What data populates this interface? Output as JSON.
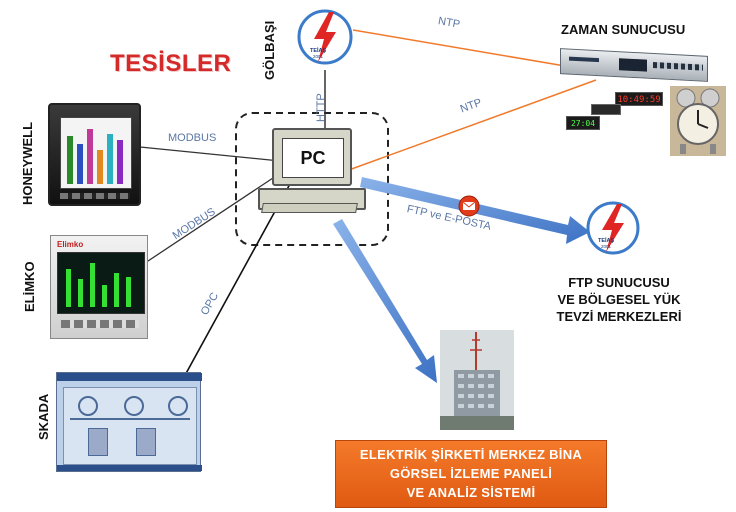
{
  "title": "TESİSLER",
  "sources": {
    "golbasi": "GÖLBAŞI",
    "honeywell": "HONEYWELL",
    "elimko": "ELİMKO",
    "skada": "SKADA"
  },
  "pc_label": "PC",
  "protocols": {
    "http": "HTTP",
    "ntp_top": "NTP",
    "ntp_mid": "NTP",
    "modbus_1": "MODBUS",
    "modbus_2": "MODBUS",
    "opc": "OPC",
    "ftp": "FTP ve E-POSTA"
  },
  "time_server": "ZAMAN SUNUCUSU",
  "ftp_server_lines": [
    "FTP SUNUCUSU",
    "VE BÖLGESEL YÜK",
    "TEVZİ MERKEZLERİ"
  ],
  "hq_lines": [
    "ELEKTRİK ŞİRKETİ MERKEZ BİNA",
    "GÖRSEL İZLEME PANELİ",
    "VE ANALİZ SİSTEMİ"
  ],
  "teias_logo": {
    "text": "TEİAŞ",
    "year": "2001"
  },
  "clock_readouts": [
    "10:49:59",
    "27:04"
  ],
  "elimko_brand": "Elimko",
  "colors": {
    "accent_red": "#d42a2a",
    "arrow_blue": "#5b8fd6",
    "orange": "#ef6a1c",
    "line_orange": "#f07a2a"
  }
}
